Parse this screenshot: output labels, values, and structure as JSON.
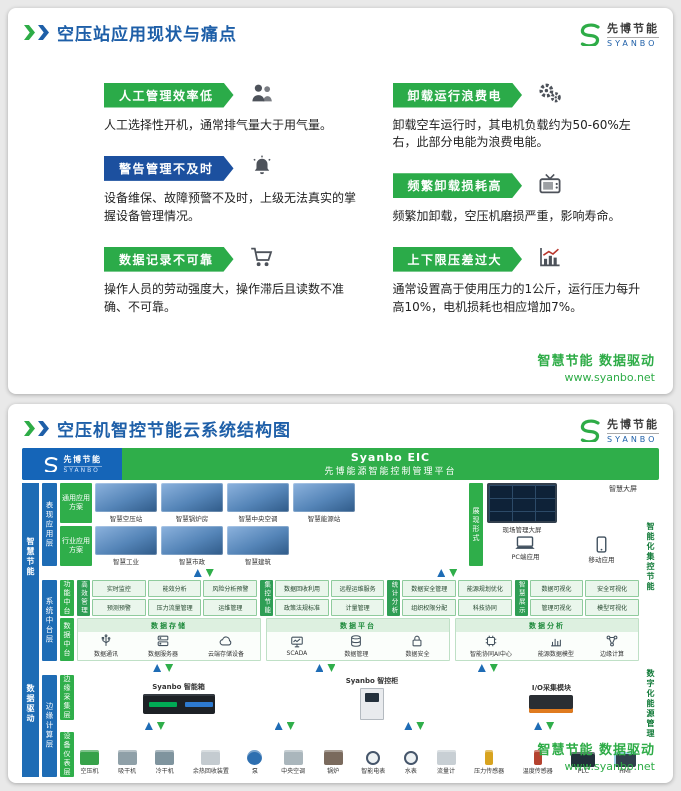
{
  "brand": {
    "name_cn": "先博节能",
    "name_en": "SYANBO",
    "green": "#2eac47",
    "blue": "#1e5fa8"
  },
  "footer": {
    "slogan": "智慧节能 数据驱动",
    "url": "www.syanbo.net"
  },
  "slide1": {
    "title": "空压站应用现状与痛点",
    "cards": [
      {
        "title": "人工管理效率低",
        "icon": "workers-icon",
        "style": "green",
        "text": "人工选择性开机，通常排气量大于用气量。"
      },
      {
        "title": "警告管理不及时",
        "icon": "alert-icon",
        "style": "blue",
        "text": "设备维保、故障预警不及时，上级无法真实的掌握设备管理情况。"
      },
      {
        "title": "数据记录不可靠",
        "icon": "cart-icon",
        "style": "green",
        "text": "操作人员的劳动强度大，操作滞后且读数不准确、不可靠。"
      },
      {
        "title": "卸载运行浪费电",
        "icon": "gears-icon",
        "style": "green",
        "text": "卸载空车运行时，其电机负载约为50-60%左右，此部分电能为浪费电能。"
      },
      {
        "title": "频繁卸载损耗高",
        "icon": "tv-icon",
        "style": "green",
        "text": "频繁加卸载，空压机磨损严重，影响寿命。"
      },
      {
        "title": "上下限压差过大",
        "icon": "chart-icon",
        "style": "green",
        "text": "通常设置高于使用压力的1公斤，运行压力每升高10%，电机损耗也相应增加7%。"
      }
    ]
  },
  "slide2": {
    "title": "空压机智控节能云系统结构图",
    "platform": {
      "line1": "Syanbo EIC",
      "line2": "先博能源智能控制管理平台"
    },
    "left_side": [
      "智慧节能",
      "数据驱动"
    ],
    "right_side": [
      "智能化集控节能",
      "数字化能源管理"
    ],
    "layers": {
      "presentation": {
        "label": "表现应用层",
        "rows": [
          {
            "label": "通用应用方案",
            "tiles": [
              "智慧空压站",
              "智慧锅炉房",
              "智慧中央空调",
              "智慧能源站"
            ]
          },
          {
            "label": "行业应用方案",
            "tiles": [
              "智慧工业",
              "智慧市政",
              "智慧建筑"
            ]
          }
        ],
        "display": {
          "label": "展现形式",
          "corner": "智慧大屏",
          "items": [
            "现场管理大屏",
            "PC端应用",
            "移动应用"
          ]
        }
      },
      "middle": {
        "label": "系统中台层",
        "function": {
          "label": "功能中台",
          "groups": [
            {
              "label": "高效管理",
              "boxes": [
                "实时监控",
                "预测预警",
                "能效分析",
                "压力流量管理",
                "风险分析预警",
                "运维管理"
              ]
            },
            {
              "label": "集控节能",
              "boxes": [
                "数据回收利用",
                "政策法规标准",
                "远程运维服务",
                "计量管理"
              ]
            },
            {
              "label": "统计分析",
              "boxes": [
                "数据安全管理",
                "组织权限分配",
                "能源规划优化",
                "科技协同"
              ]
            },
            {
              "label": "智慧展示",
              "boxes": [
                "数据可视化",
                "管理可视化",
                "安全可视化",
                "模型可视化"
              ]
            }
          ]
        },
        "data": {
          "label": "数据中台",
          "sections": [
            {
              "header": "数据存储",
              "items": [
                {
                  "icon": "usb-icon",
                  "label": "数据通讯"
                },
                {
                  "icon": "server-icon",
                  "label": "数据服务器"
                },
                {
                  "icon": "cloud-icon",
                  "label": "云端存储设备"
                }
              ]
            },
            {
              "header": "数据平台",
              "items": [
                {
                  "icon": "scada-icon",
                  "label": "SCADA"
                },
                {
                  "icon": "database-icon",
                  "label": "数据管理"
                },
                {
                  "icon": "lock-icon",
                  "label": "数据安全"
                }
              ]
            },
            {
              "header": "数据分析",
              "items": [
                {
                  "icon": "ai-chip-icon",
                  "label": "智能协同AI中心"
                },
                {
                  "icon": "model-icon",
                  "label": "能源数据模型"
                },
                {
                  "icon": "edge-compute-icon",
                  "label": "边缘计算"
                }
              ]
            }
          ]
        }
      },
      "edge": {
        "label": "边缘计算层",
        "collect": {
          "label": "边缘采集层",
          "devices": [
            "Syanbo 智能箱",
            "Syanbo 智控柜",
            "I/O采集模块"
          ]
        },
        "equipment": {
          "label": "设备仪表层",
          "devices": [
            "空压机",
            "吸干机",
            "冷干机",
            "余热回收装置",
            "泵",
            "中央空调",
            "锅炉",
            "智能电表",
            "水表",
            "流量计",
            "压力传感器",
            "温度传感器",
            "PLC",
            "HMI"
          ]
        }
      }
    }
  }
}
